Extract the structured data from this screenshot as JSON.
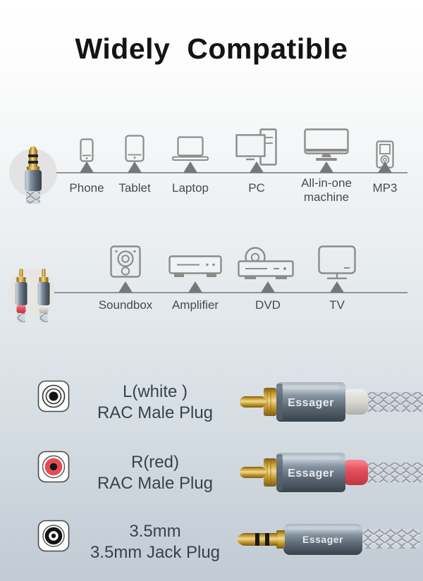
{
  "title": "Widely Compatible",
  "brand_label": "Essager",
  "row1_devices": [
    {
      "label": "Phone",
      "icon": "phone-icon"
    },
    {
      "label": "Tablet",
      "icon": "tablet-icon"
    },
    {
      "label": "Laptop",
      "icon": "laptop-icon"
    },
    {
      "label": "PC",
      "icon": "pc-icon"
    },
    {
      "label": "All-in-one machine",
      "icon": "all-in-one-icon"
    },
    {
      "label": "MP3",
      "icon": "mp3-player-icon"
    }
  ],
  "row2_devices": [
    {
      "label": "Soundbox",
      "icon": "speaker-icon"
    },
    {
      "label": "Amplifier",
      "icon": "amplifier-icon"
    },
    {
      "label": "DVD",
      "icon": "dvd-player-icon"
    },
    {
      "label": "TV",
      "icon": "tv-icon"
    }
  ],
  "specs": [
    {
      "line1": "L(white )",
      "line2": "RAC Male Plug",
      "symbol": "rca-white-port-icon",
      "relief_color": "#d9d8d3"
    },
    {
      "line1": "R(red)",
      "line2": "RAC Male Plug",
      "symbol": "rca-red-port-icon",
      "relief_color": "#e4515d"
    },
    {
      "line1": "3.5mm",
      "line2": "3.5mm Jack Plug",
      "symbol": "jack-3-5mm-port-icon",
      "relief_color": ""
    }
  ],
  "colors": {
    "accent_red": "#ee4653",
    "metal_barrel": "#6b7885",
    "gold_plating": "#d1a63c",
    "line_gray": "#90959a",
    "label_gray": "#4a4a4a",
    "spec_text": "#39424b",
    "background_bottom": "#c2cbd4"
  }
}
